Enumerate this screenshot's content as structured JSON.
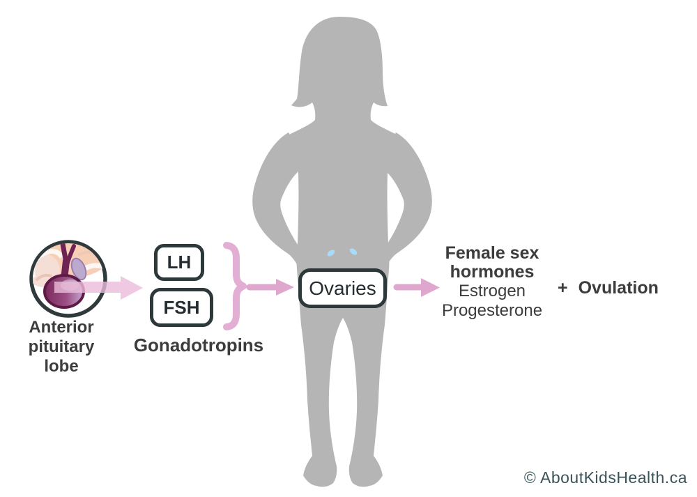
{
  "diagram": {
    "source": {
      "label_lines": [
        "Anterior",
        "pituitary",
        "lobe"
      ],
      "icon": "anterior-pituitary-gland-icon"
    },
    "hormone_boxes": [
      {
        "label": "LH"
      },
      {
        "label": "FSH"
      }
    ],
    "hormone_group_label": "Gonadotropins",
    "target_box": {
      "label": "Ovaries"
    },
    "figure": {
      "description": "gray silhouette of a child with hands on hips",
      "ovary_markers": 2
    },
    "output": {
      "title": "Female sex hormones",
      "items": [
        "Estrogen",
        "Progesterone"
      ],
      "plus_sign": "+",
      "extra": "Ovulation"
    },
    "credit": "© AboutKidsHealth.ca"
  },
  "colors": {
    "silhouette": "#b5b5b5",
    "box_border": "#2d383b",
    "box_text": "#262d30",
    "label_text": "#3c3c3c",
    "arrow_pink": "#dfa7cd",
    "arrow_band_pink": "#eabcd9",
    "brace_pink": "#e3aed3",
    "ovary_blue": "#a8dcf6",
    "credit_text": "#3a535a",
    "gland_dark": "#6f2254",
    "gland_fill_left": "#8a3268",
    "gland_fill_right": "#c7a8d0",
    "brain_peach": "#f6cfb6"
  }
}
